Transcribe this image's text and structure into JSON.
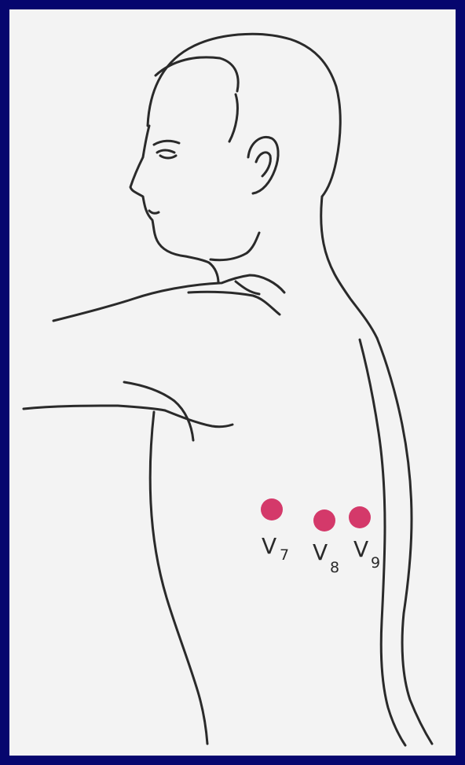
{
  "colors": {
    "frame": "#06066e",
    "paper": "#f3f3f3",
    "ink": "#2a2a2a",
    "electrode": "#d4396a"
  },
  "figure": {
    "subject": "man-back-view-outline",
    "electrodes": [
      {
        "id": "v7",
        "letter": "V",
        "sub": "7"
      },
      {
        "id": "v8",
        "letter": "V",
        "sub": "8"
      },
      {
        "id": "v9",
        "letter": "V",
        "sub": "9"
      }
    ]
  }
}
